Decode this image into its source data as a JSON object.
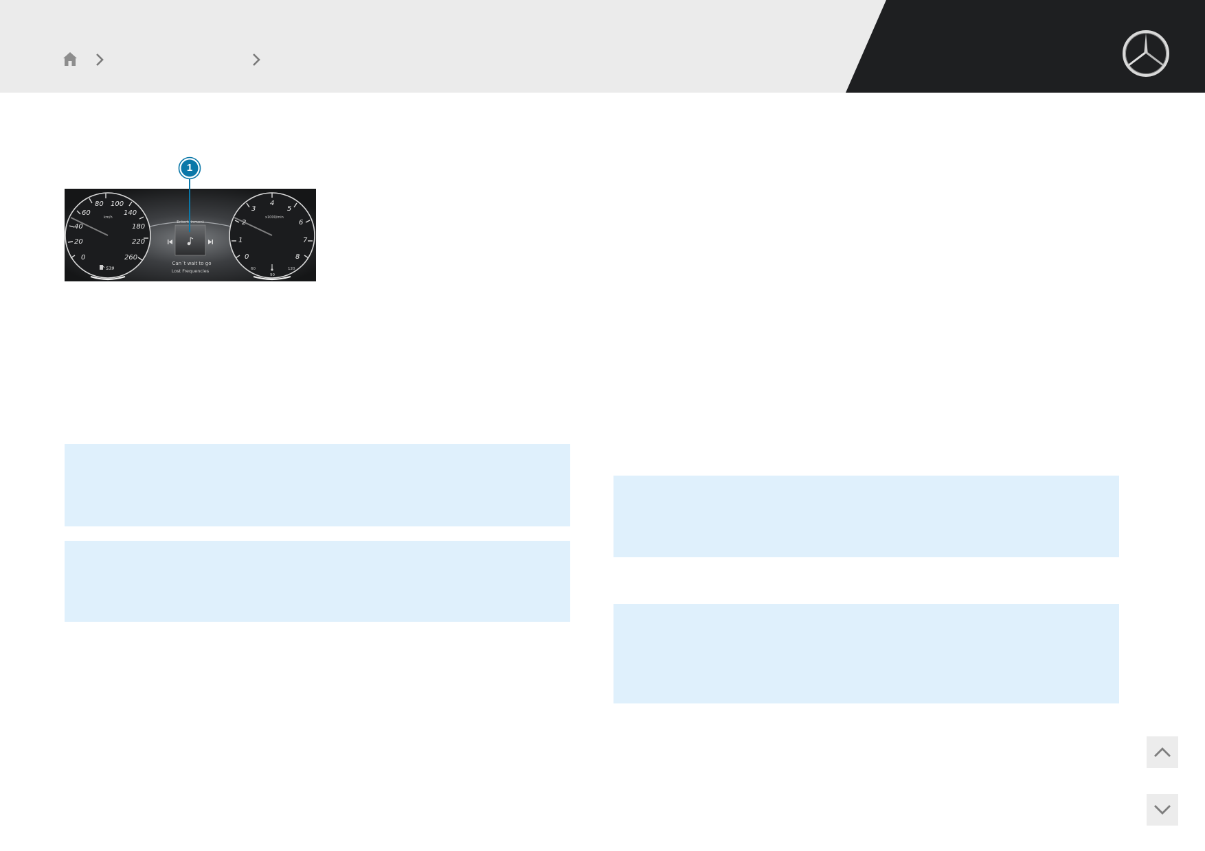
{
  "header": {
    "breadcrumb": {
      "home_icon": "home-icon",
      "separator_icon": "chevron-right-icon",
      "items": [
        "",
        ""
      ]
    },
    "brand_logo_icon": "mercedes-star-icon",
    "colors": {
      "light": "#ebebeb",
      "dark": "#1e1f21"
    }
  },
  "figure": {
    "callout_number": "1",
    "callout_color": "#0a77a8",
    "speedometer": {
      "ticks": [
        "0",
        "20",
        "40",
        "60",
        "80",
        "100",
        "140",
        "180",
        "220",
        "260"
      ],
      "unit": "km/h",
      "range_readout": "539"
    },
    "media": {
      "source_title": "Entertainment",
      "track_title": "Can´t wait to go",
      "artist": "Lost Frequencies",
      "prev_icon": "skip-previous-icon",
      "next_icon": "skip-next-icon"
    },
    "tachometer": {
      "ticks": [
        "0",
        "1",
        "2",
        "3",
        "4",
        "5",
        "6",
        "7",
        "8"
      ],
      "unit": "x1000/min",
      "temp_left": "60",
      "temp_mid": "90",
      "temp_right": "120"
    }
  },
  "info_boxes": [
    {
      "id": "box-1",
      "text": ""
    },
    {
      "id": "box-2",
      "text": ""
    },
    {
      "id": "box-3",
      "text": ""
    },
    {
      "id": "box-4",
      "text": ""
    }
  ],
  "nav": {
    "up_icon": "chevron-up-icon",
    "down_icon": "chevron-down-icon"
  }
}
